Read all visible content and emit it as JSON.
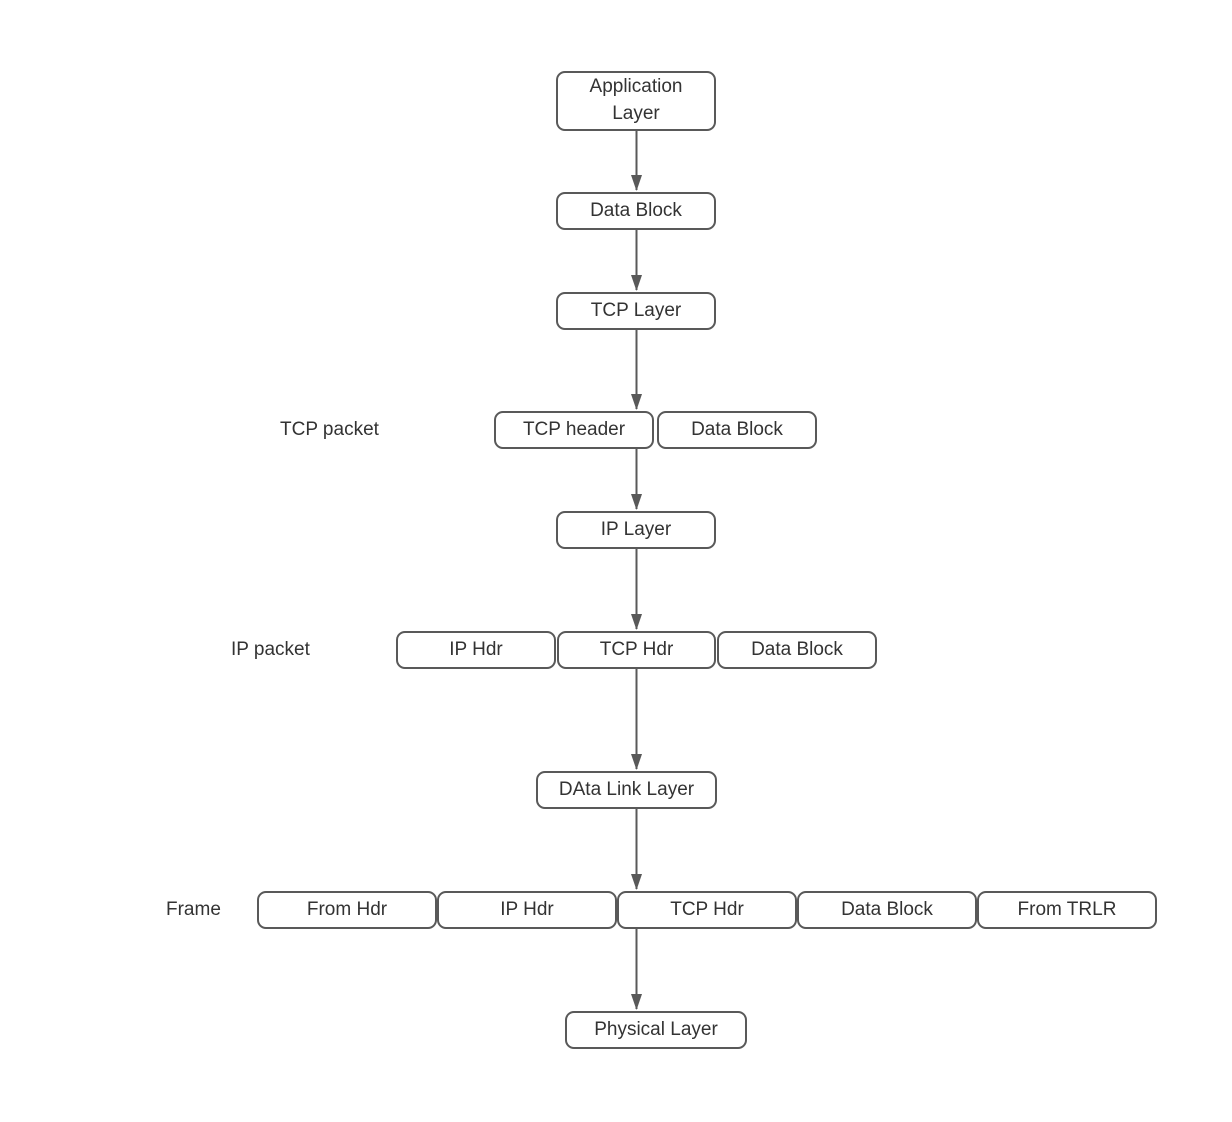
{
  "diagram": {
    "colors": {
      "background": "#ffffff",
      "stroke": "#595959",
      "text": "#333333"
    },
    "nodes": {
      "application_layer": "Application\nLayer",
      "data_block_top": "Data Block",
      "tcp_layer": "TCP Layer",
      "tcp_header": "TCP header",
      "tcp_packet_data_block": "Data Block",
      "ip_layer": "IP Layer",
      "ip_packet_ip_hdr": "IP Hdr",
      "ip_packet_tcp_hdr": "TCP Hdr",
      "ip_packet_data_block": "Data Block",
      "data_link_layer": "DAta Link Layer",
      "frame_from_hdr": "From Hdr",
      "frame_ip_hdr": "IP Hdr",
      "frame_tcp_hdr": "TCP Hdr",
      "frame_data_block": "Data Block",
      "frame_from_trlr": "From TRLR",
      "physical_layer": "Physical Layer"
    },
    "row_labels": {
      "tcp_packet": "TCP packet",
      "ip_packet": "IP packet",
      "frame": "Frame"
    }
  }
}
